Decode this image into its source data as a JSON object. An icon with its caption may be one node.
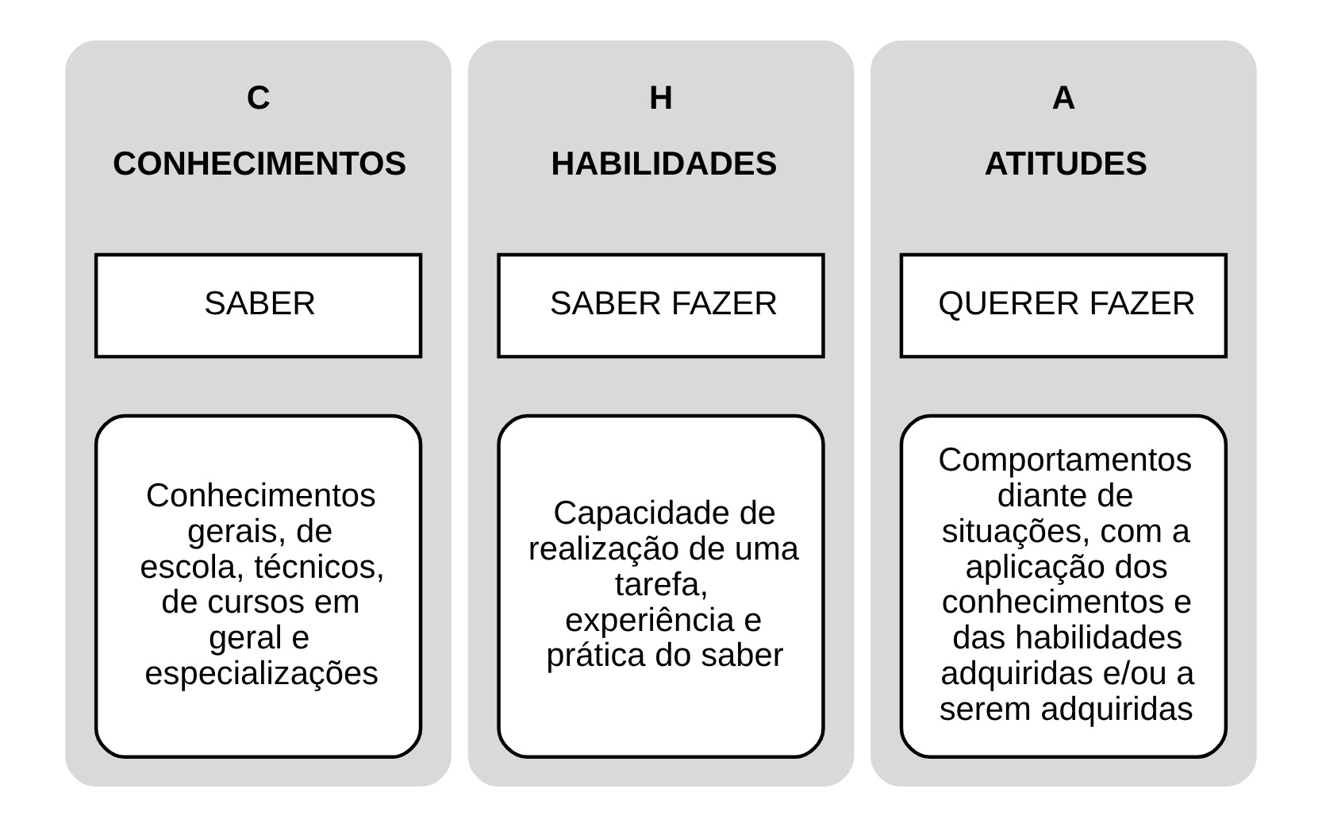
{
  "diagram": {
    "nodes": [
      {
        "text": [
          "C",
          "CONHECIMENTOS"
        ]
      },
      {
        "text": [
          "SABER"
        ],
        "in": 0
      },
      {
        "text": [
          "Conhecimentos gerais, de escola, técnicos, de cursos em geral e especializações"
        ],
        "in": 0
      },
      {
        "text": [
          "H",
          "HABILIDADES"
        ]
      },
      {
        "text": [
          "SABER FAZER"
        ],
        "in": 3
      },
      {
        "text": [
          "Capacidade de realização de uma tarefa, experiência e prática do saber"
        ],
        "in": 3
      },
      {
        "text": [
          "A",
          "ATITUDES"
        ]
      },
      {
        "text": [
          "QUERER FAZER"
        ],
        "in": 6
      },
      {
        "text": [
          "Comportamentos diante de situações, com a aplicação dos conhecimentos e das habilidades adquiridas e/ou a serem adquiridas"
        ],
        "in": 6
      }
    ]
  }
}
